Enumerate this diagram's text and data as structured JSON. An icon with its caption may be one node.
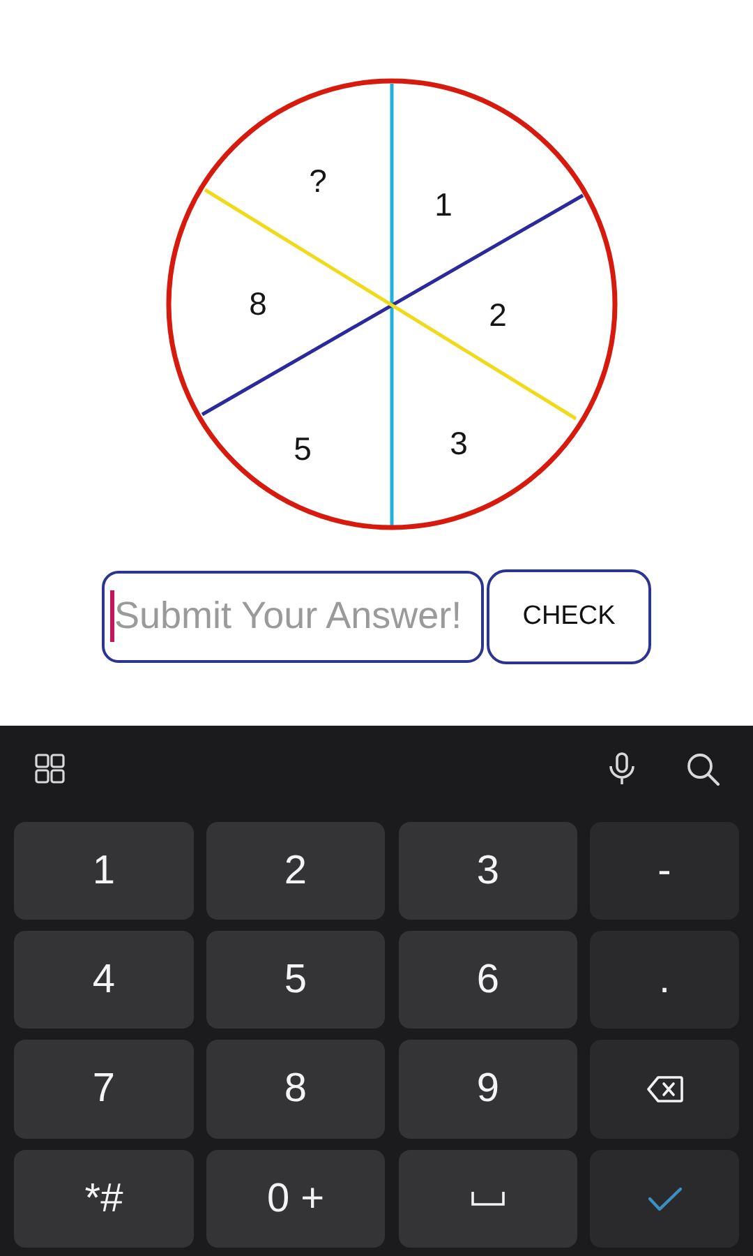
{
  "diagram": {
    "labels": [
      "?",
      "1",
      "8",
      "2",
      "5",
      "3",
      "Submit Your Answer!",
      "CHECK",
      "1",
      "2",
      "3",
      "-",
      "4",
      "5",
      "6",
      ".",
      "7",
      "8",
      "9",
      "*#",
      "0 +"
    ]
  }
}
